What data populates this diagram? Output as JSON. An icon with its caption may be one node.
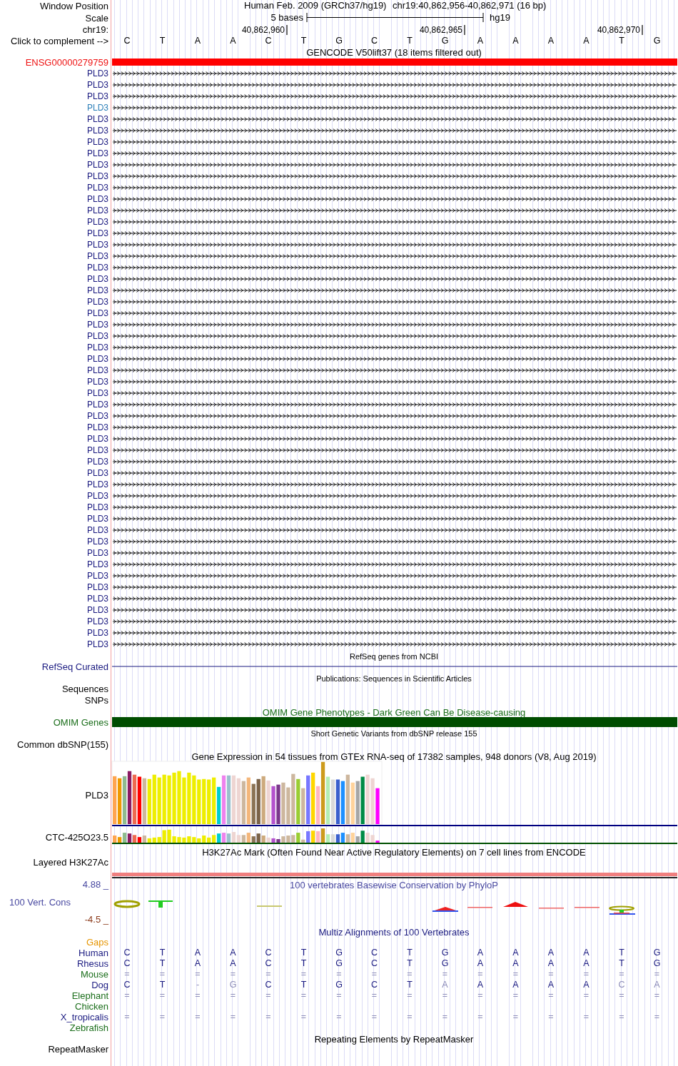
{
  "diagram": {
    "nodes": [
      {
        "text": [],
        "shape": "bar"
      }
    ],
    "labels": [
      "Window Position",
      "Human Feb. 2009 (GRCh37/hg19)",
      "chr19:40,862,956-40,862,971 (16 bp)",
      "Scale",
      "5 bases",
      "hg19",
      "chr19:",
      "40,862,960",
      "40,862,965",
      "40,862,970",
      "Click to complement -->",
      "C",
      "T",
      "A",
      "A",
      "C",
      "T",
      "G",
      "C",
      "T",
      "G",
      "A",
      "A",
      "A",
      "A",
      "T",
      "G",
      "GENCODE V50lift37 (18 items filtered out)",
      "ENSG00000279759",
      "PLD3",
      "PLD3",
      "PLD3",
      "PLD3",
      "PLD3",
      "PLD3",
      "PLD3",
      "PLD3",
      "PLD3",
      "PLD3",
      "PLD3",
      "PLD3",
      "PLD3",
      "PLD3",
      "PLD3",
      "PLD3",
      "PLD3",
      "PLD3",
      "PLD3",
      "PLD3",
      "PLD3",
      "PLD3",
      "PLD3",
      "PLD3",
      "PLD3",
      "PLD3",
      "PLD3",
      "PLD3",
      "PLD3",
      "PLD3",
      "PLD3",
      "PLD3",
      "PLD3",
      "PLD3",
      "PLD3",
      "PLD3",
      "PLD3",
      "PLD3",
      "PLD3",
      "PLD3",
      "PLD3",
      "PLD3",
      "PLD3",
      "PLD3",
      "PLD3",
      "PLD3",
      "PLD3",
      "PLD3",
      "PLD3",
      "PLD3",
      "PLD3",
      "RefSeq genes from NCBI",
      "RefSeq Curated",
      "Publications: Sequences in Scientific Articles",
      "Sequences",
      "SNPs",
      "OMIM Gene Phenotypes - Dark Green Can Be Disease-causing",
      "OMIM Genes",
      "Short Genetic Variants from dbSNP release 155",
      "Common dbSNP(155)",
      "Gene Expression in 54 tissues from GTEx RNA-seq of 17382 samples, 948 donors (V8, Aug 2019)",
      "PLD3",
      "CTC-425O23.5",
      "H3K27Ac Mark (Often Found Near Active Regulatory Elements) on 7 cell lines from ENCODE",
      "Layered H3K27Ac",
      "4.88 _",
      "100 vertebrates Basewise Conservation by PhyloP",
      "100 Vert. Cons",
      "-4.5 _",
      "Multiz Alignments of 100 Vertebrates",
      "Gaps",
      "Human",
      "C",
      "T",
      "A",
      "A",
      "C",
      "T",
      "G",
      "C",
      "T",
      "G",
      "A",
      "A",
      "A",
      "A",
      "T",
      "G",
      "Rhesus",
      "C",
      "T",
      "A",
      "A",
      "C",
      "T",
      "G",
      "C",
      "T",
      "G",
      "A",
      "A",
      "A",
      "A",
      "T",
      "G",
      "Mouse",
      "=",
      "=",
      "=",
      "=",
      "=",
      "=",
      "=",
      "=",
      "=",
      "=",
      "=",
      "=",
      "=",
      "=",
      "=",
      "=",
      "Dog",
      "C",
      "T",
      "-",
      "G",
      "C",
      "T",
      "G",
      "C",
      "T",
      "A",
      "A",
      "A",
      "A",
      "A",
      "C",
      "A",
      "Elephant",
      "=",
      "=",
      "=",
      "=",
      "=",
      "=",
      "=",
      "=",
      "=",
      "=",
      "=",
      "=",
      "=",
      "=",
      "=",
      "=",
      "Chicken",
      "X_tropicalis",
      "=",
      "=",
      "=",
      "=",
      "=",
      "=",
      "=",
      "=",
      "=",
      "=",
      "=",
      "=",
      "=",
      "=",
      "=",
      "=",
      "Zebrafish",
      "Repeating Elements by RepeatMasker",
      "RepeatMasker"
    ]
  }
}
